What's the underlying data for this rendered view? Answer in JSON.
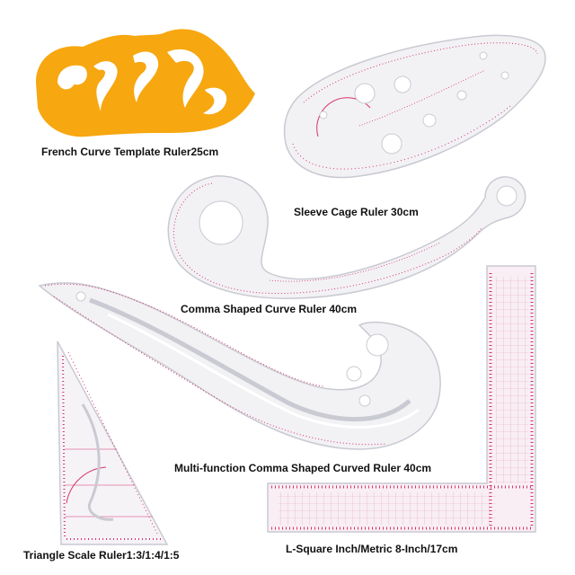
{
  "labels": {
    "french_curve": "French Curve Template Ruler25cm",
    "sleeve_cage": "Sleeve Cage Ruler 30cm",
    "comma_curve": "Comma Shaped Curve Ruler 40cm",
    "multi_function": "Multi-function Comma Shaped Curved Ruler 40cm",
    "triangle": "Triangle Scale Ruler1:3/1:4/1:5",
    "l_square": "L-Square Inch/Metric 8-Inch/17cm"
  },
  "colors": {
    "french_curve_fill": "#F7A70F",
    "ruler_plastic": "#F2F2F5",
    "ruler_edge": "#C9CAD2",
    "marking_red": "#D8336B"
  }
}
